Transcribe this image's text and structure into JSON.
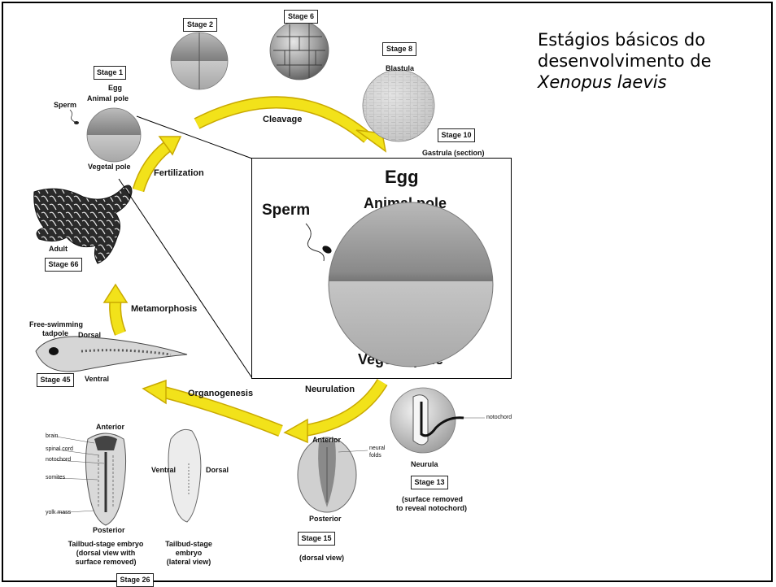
{
  "slide": {
    "title_line1": "Estágios básicos do",
    "title_line2": "desenvolvimento de",
    "title_species": "Xenopus laevis"
  },
  "stages": {
    "stage1": "Stage 1",
    "stage2": "Stage 2",
    "stage6": "Stage 6",
    "stage8": "Stage 8",
    "stage10": "Stage 10",
    "stage13": "Stage 13",
    "stage15": "Stage 15",
    "stage26": "Stage 26",
    "stage45": "Stage 45",
    "stage66": "Stage 66"
  },
  "labels": {
    "egg": "Egg",
    "animal_pole": "Animal pole",
    "vegetal_pole": "Vegetal pole",
    "sperm": "Sperm",
    "blastula": "Blastula",
    "gastrula": "Gastrula (section)",
    "cleavage": "Cleavage",
    "fertilization": "Fertilization",
    "adult": "Adult",
    "metamorphosis": "Metamorphosis",
    "tadpole_line1": "Free-swimming",
    "tadpole_line2": "tadpole",
    "dorsal": "Dorsal",
    "ventral": "Ventral",
    "organogenesis": "Organogenesis",
    "neurulation": "Neurulation",
    "notochord": "notochord",
    "neurula": "Neurula",
    "stage13_note_line1": "(surface removed",
    "stage13_note_line2": "to reveal notochord)",
    "anterior": "Anterior",
    "posterior": "Posterior",
    "neural_folds_line1": "neural",
    "neural_folds_line2": "folds",
    "dorsal_view": "(dorsal view)",
    "brain": "brain",
    "spinal_cord": "spinal cord",
    "somites": "somites",
    "yolk_mass": "yolk mass",
    "tailbud_dorsal_line1": "Tailbud-stage embryo",
    "tailbud_dorsal_line2": "(dorsal view with",
    "tailbud_dorsal_line3": "surface removed)",
    "tailbud_lateral_line1": "Tailbud-stage",
    "tailbud_lateral_line2": "embryo",
    "tailbud_lateral_line3": "(lateral view)"
  },
  "inset": {
    "egg": "Egg",
    "sperm": "Sperm",
    "animal_pole": "Animal pole",
    "vegetal_pole": "Vegetal pole"
  },
  "colors": {
    "arrow": "#f2e21a",
    "arrow_edge": "#c9a900",
    "egg_animal": "#8f8f8f",
    "egg_vegetal": "#cfcfcf"
  }
}
